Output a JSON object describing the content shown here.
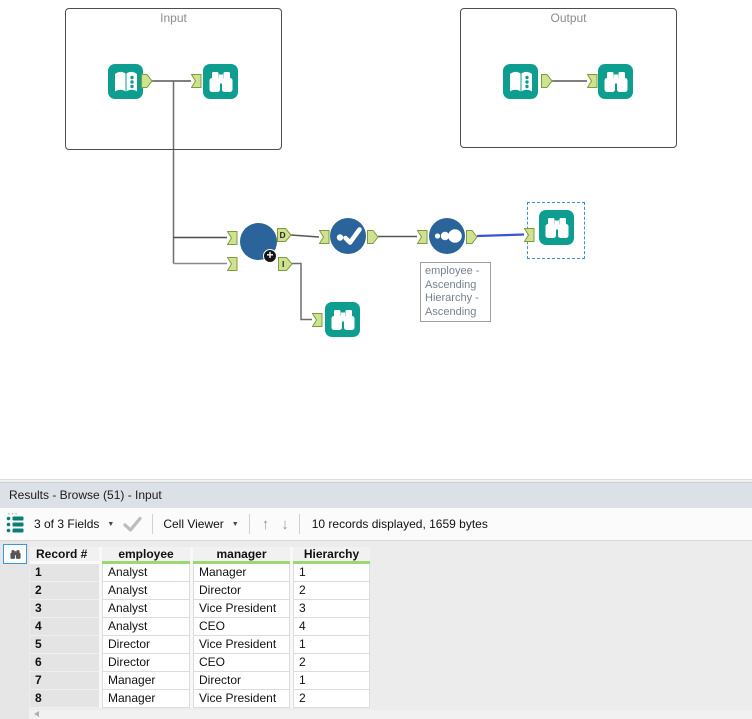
{
  "canvas": {
    "containers": [
      {
        "label": "Input"
      },
      {
        "label": "Output"
      }
    ],
    "tools": [
      {
        "name": "input-data",
        "icon": "open-book"
      },
      {
        "name": "browse",
        "icon": "binoculars"
      },
      {
        "name": "macro",
        "icon": "blue-circle"
      },
      {
        "name": "unique",
        "icon": "dot-and-checkmark"
      },
      {
        "name": "sort",
        "icon": "three-dots-ascending"
      }
    ],
    "anchor_labels": {
      "output_d": "D",
      "output_i": "I"
    },
    "macro_badge": "+",
    "annotation": {
      "lines": [
        "employee -",
        "Ascending",
        "Hierarchy -",
        "Ascending"
      ]
    }
  },
  "results_panel": {
    "title": "Results - Browse (51) - Input",
    "toolbar": {
      "fields_label": "3 of 3 Fields",
      "cell_viewer_label": "Cell Viewer",
      "status": "10 records displayed, 1659 bytes",
      "caret": "▼",
      "up_arrow": "↑",
      "down_arrow": "↓",
      "drag_dots": "⋯"
    },
    "table": {
      "columns": [
        "Record #",
        "employee",
        "manager",
        "Hierarchy"
      ],
      "rows": [
        [
          "1",
          "Analyst",
          "Manager",
          "1"
        ],
        [
          "2",
          "Analyst",
          "Director",
          "2"
        ],
        [
          "3",
          "Analyst",
          "Vice President",
          "3"
        ],
        [
          "4",
          "Analyst",
          "CEO",
          "4"
        ],
        [
          "5",
          "Director",
          "Vice President",
          "1"
        ],
        [
          "6",
          "Director",
          "CEO",
          "2"
        ],
        [
          "7",
          "Manager",
          "Director",
          "1"
        ],
        [
          "8",
          "Manager",
          "Vice President",
          "2"
        ]
      ]
    }
  },
  "colors": {
    "tool_teal": "#0e9e8f",
    "tool_blue": "#2b649b",
    "selected_wire": "#3b55d6",
    "anchor_green": "#cfe292",
    "header_underline_green": "#9bd873"
  }
}
